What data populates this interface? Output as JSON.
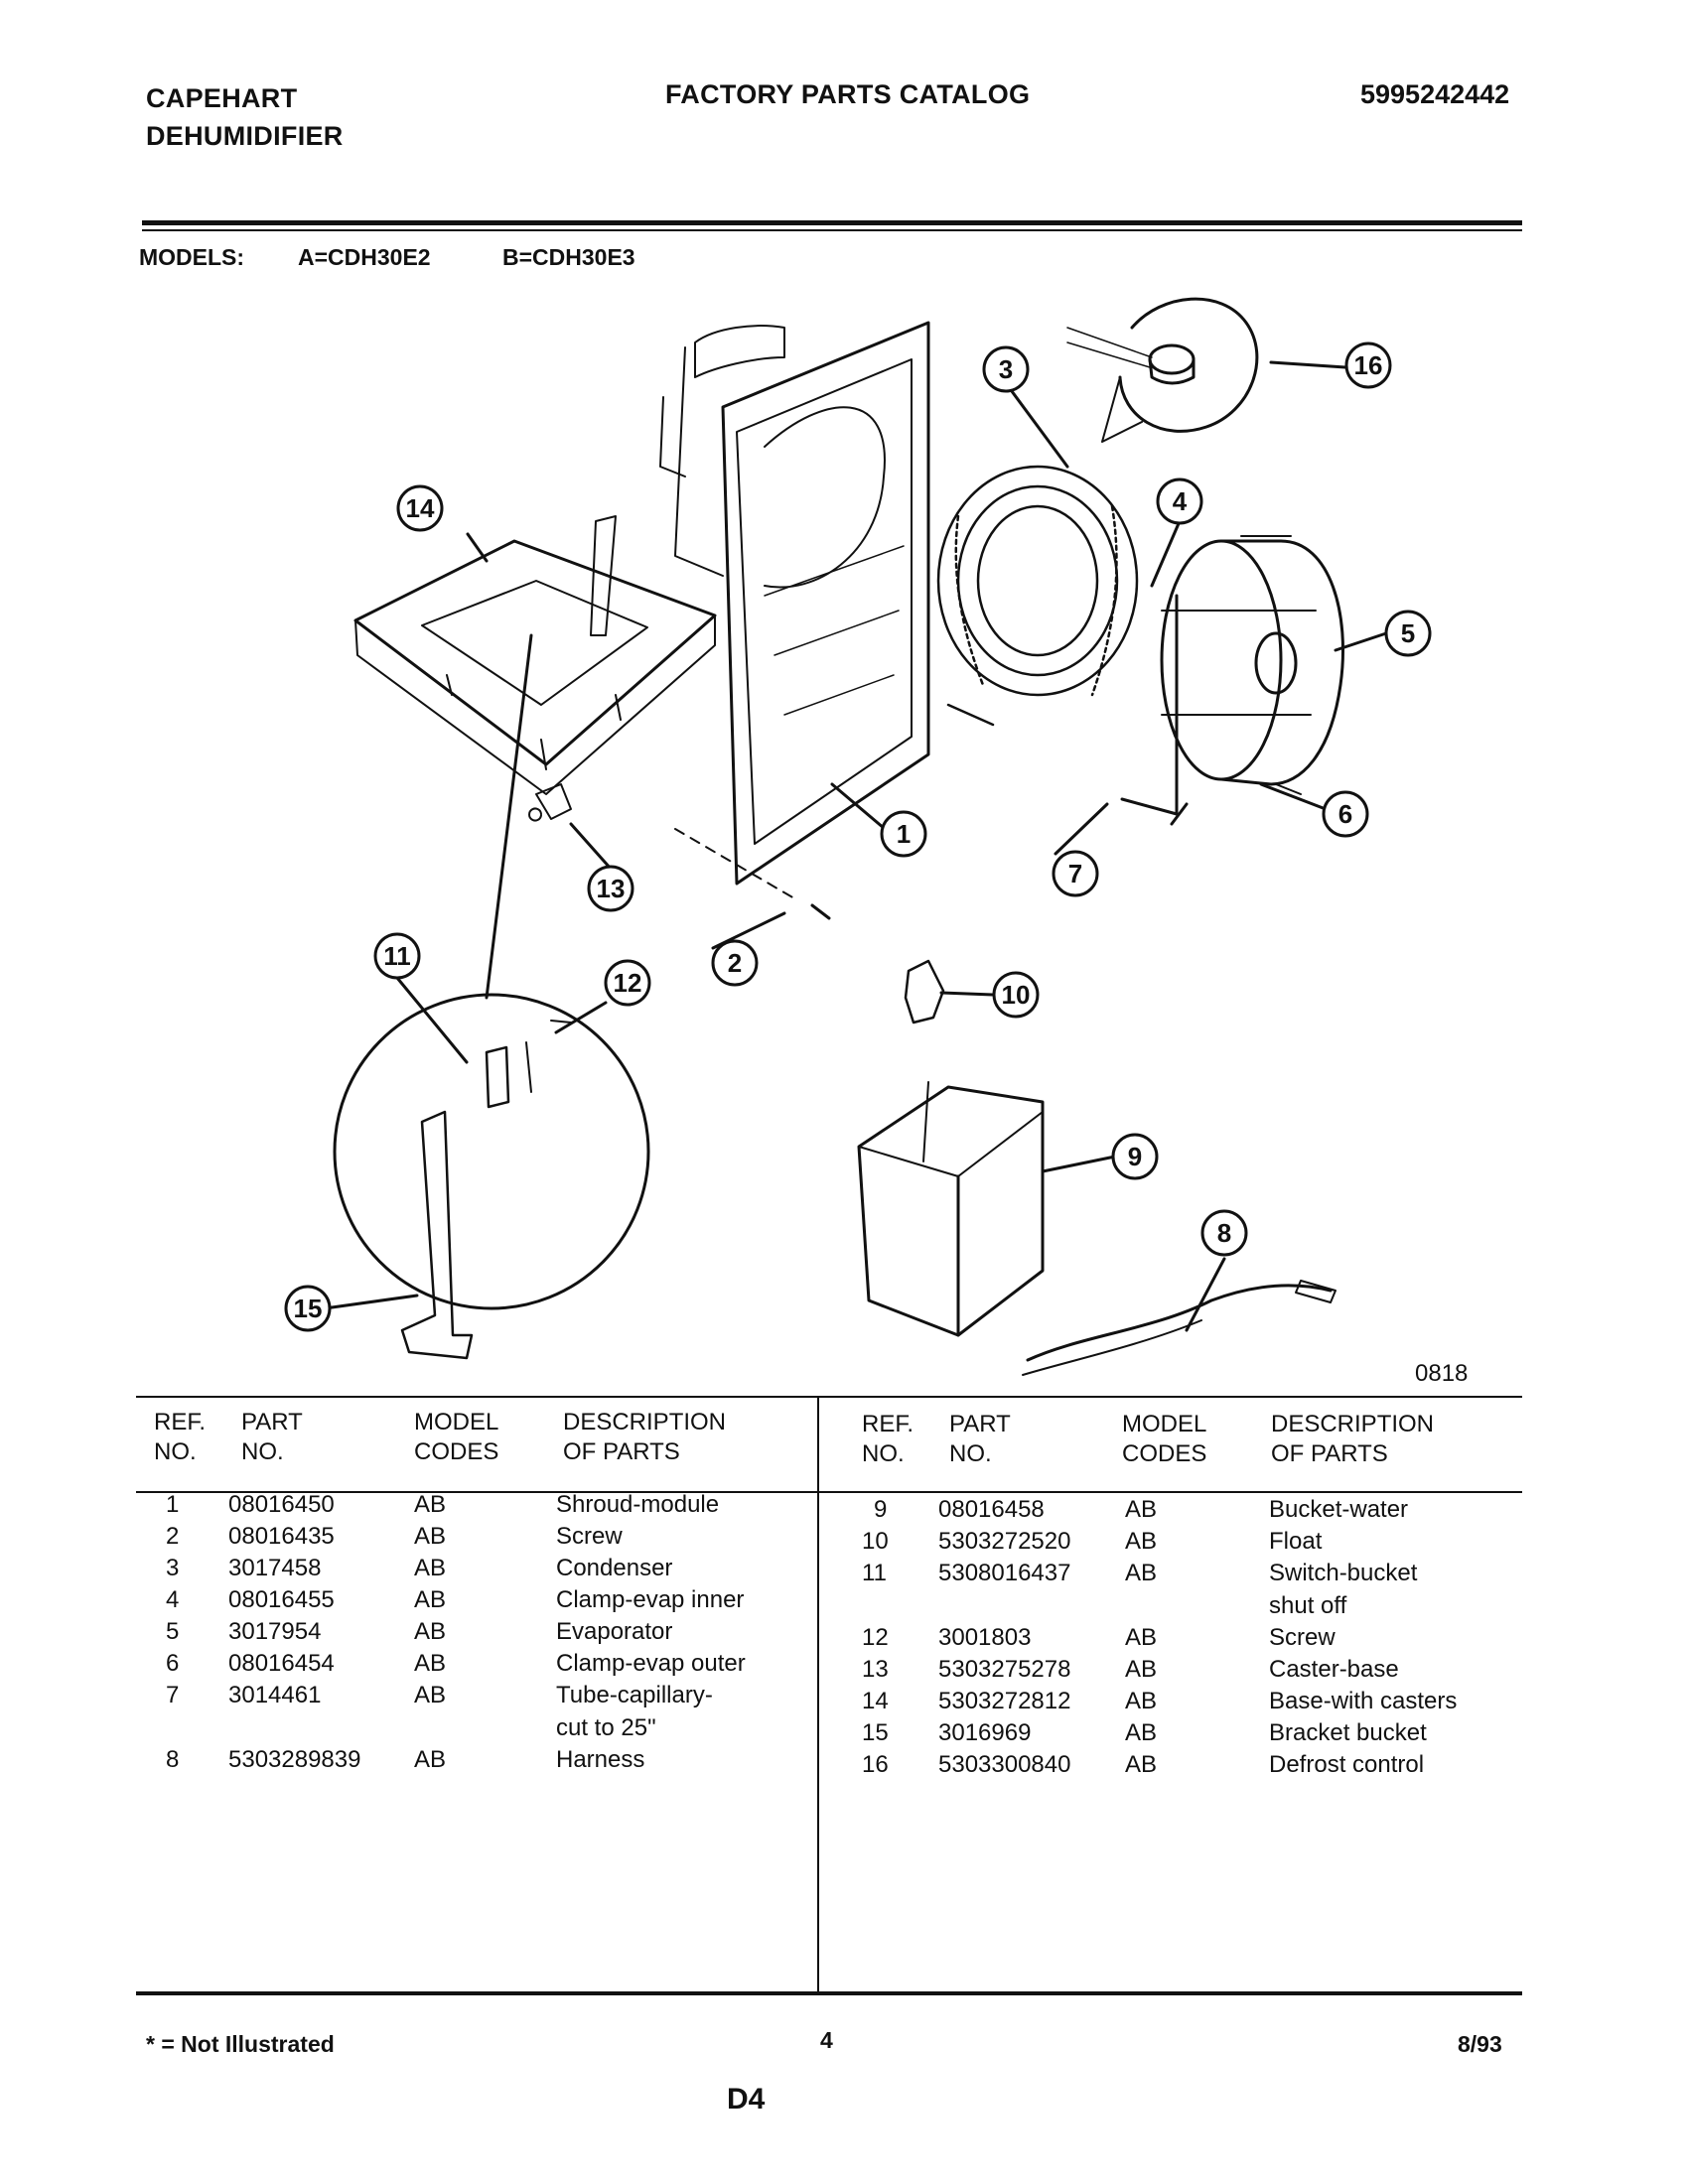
{
  "header": {
    "brand_line1": "CAPEHART",
    "brand_line2": "DEHUMIDIFIER",
    "title": "FACTORY PARTS CATALOG",
    "catalog_number": "5995242442"
  },
  "models": {
    "label": "MODELS:",
    "a": "A=CDH30E2",
    "b": "B=CDH30E3"
  },
  "diagram": {
    "figure_code": "0818",
    "callouts": [
      "1",
      "2",
      "3",
      "4",
      "5",
      "6",
      "7",
      "8",
      "9",
      "10",
      "11",
      "12",
      "13",
      "14",
      "15",
      "16"
    ]
  },
  "table": {
    "headers": {
      "ref": "REF.\nNO.",
      "part": "PART\nNO.",
      "model": "MODEL\nCODES",
      "desc": "DESCRIPTION\nOF PARTS"
    },
    "left_rows": [
      {
        "ref": "1",
        "part": "08016450",
        "model": "AB",
        "desc": "Shroud-module"
      },
      {
        "ref": "2",
        "part": "08016435",
        "model": "AB",
        "desc": "Screw"
      },
      {
        "ref": "3",
        "part": "3017458",
        "model": "AB",
        "desc": "Condenser"
      },
      {
        "ref": "4",
        "part": "08016455",
        "model": "AB",
        "desc": "Clamp-evap inner"
      },
      {
        "ref": "5",
        "part": "3017954",
        "model": "AB",
        "desc": "Evaporator"
      },
      {
        "ref": "6",
        "part": "08016454",
        "model": "AB",
        "desc": "Clamp-evap outer"
      },
      {
        "ref": "7",
        "part": "3014461",
        "model": "AB",
        "desc": "Tube-capillary-\ncut to 25\""
      },
      {
        "ref": "8",
        "part": "5303289839",
        "model": "AB",
        "desc": "Harness"
      }
    ],
    "right_rows": [
      {
        "ref": "9",
        "part": "08016458",
        "model": "AB",
        "desc": "Bucket-water"
      },
      {
        "ref": "10",
        "part": "5303272520",
        "model": "AB",
        "desc": "Float"
      },
      {
        "ref": "11",
        "part": "5308016437",
        "model": "AB",
        "desc": "Switch-bucket\nshut off"
      },
      {
        "ref": "12",
        "part": "3001803",
        "model": "AB",
        "desc": "Screw"
      },
      {
        "ref": "13",
        "part": "5303275278",
        "model": "AB",
        "desc": "Caster-base"
      },
      {
        "ref": "14",
        "part": "5303272812",
        "model": "AB",
        "desc": "Base-with casters"
      },
      {
        "ref": "15",
        "part": "3016969",
        "model": "AB",
        "desc": "Bracket bucket"
      },
      {
        "ref": "16",
        "part": "5303300840",
        "model": "AB",
        "desc": "Defrost control"
      }
    ]
  },
  "footer": {
    "note": "* = Not Illustrated",
    "page_number": "4",
    "date": "8/93",
    "page_code": "D4"
  }
}
